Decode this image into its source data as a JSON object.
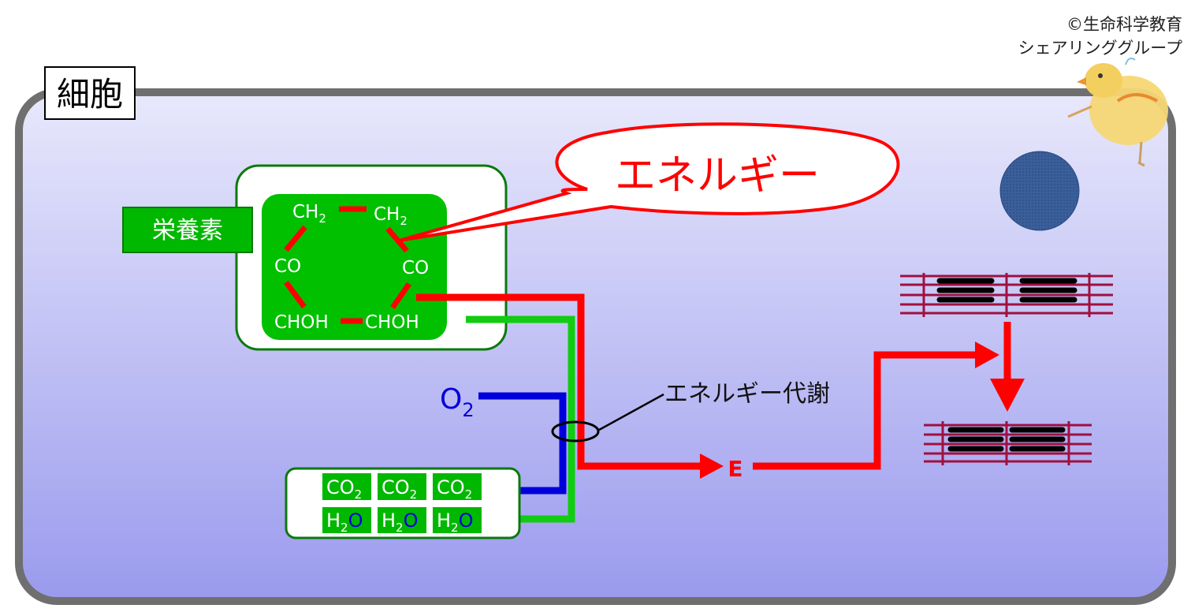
{
  "copyright": {
    "line1": "©生命科学教育",
    "line2": "シェアリンググループ"
  },
  "cell": {
    "label": "細胞",
    "fill_top": "#e8e8fc",
    "fill_bottom": "#9a9aee",
    "border": "#6f6f6f"
  },
  "nutrient": {
    "label": "栄養素",
    "color": "#00b800",
    "molecule": {
      "ch2_left": "CH",
      "ch2_right": "CH",
      "sub_2": "2",
      "co_left": "CO",
      "co_right": "CO",
      "choh_left": "CHOH",
      "choh_right": "CHOH"
    }
  },
  "energy_bubble": {
    "text": "エネルギー",
    "color": "#ff0000"
  },
  "energy_metabolism": {
    "label": "エネルギー代謝"
  },
  "oxygen": {
    "label": "O",
    "sub": "2",
    "color": "#0000dd"
  },
  "energy_symbol": {
    "label": "E"
  },
  "products": {
    "co2": {
      "text": "CO",
      "sub": "2"
    },
    "h2o": {
      "h": "H",
      "sub": "2",
      "o": "O"
    }
  },
  "colors": {
    "red": "#ff0000",
    "green": "#11cc11",
    "blue": "#0000dd",
    "muscle": "#a01040",
    "nucleus": "#3a5f9a"
  }
}
